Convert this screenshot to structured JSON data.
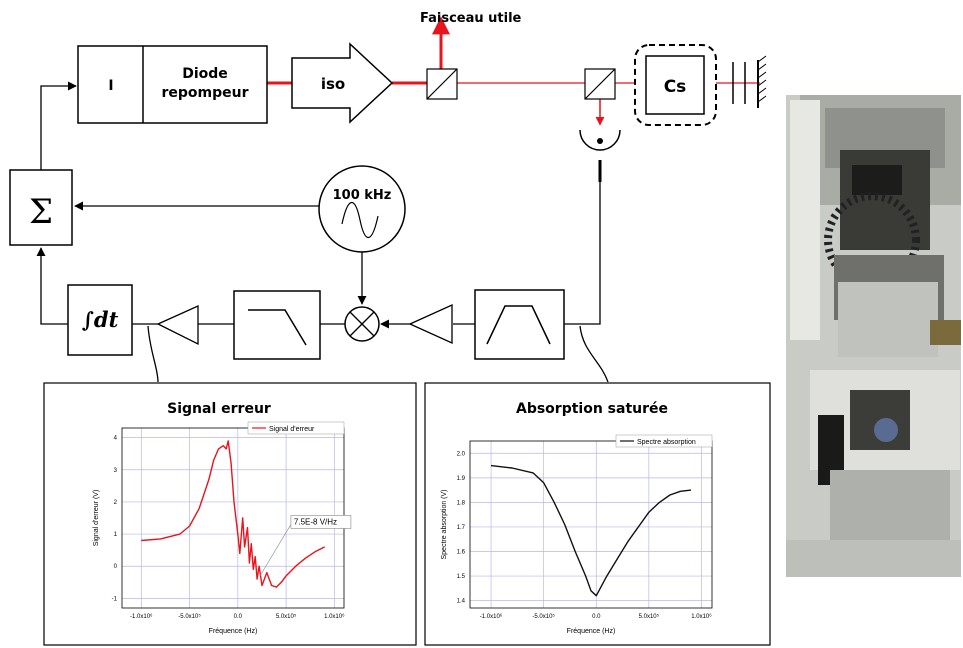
{
  "diagram": {
    "faisceau_label": "Faisceau utile",
    "integrator_label": "I",
    "diode_line1": "Diode",
    "diode_line2": "repompeur",
    "iso_label": "iso",
    "cs_label": "Cs",
    "sum_symbol": "Σ",
    "osc_label": "100 kHz",
    "integral_symbol": "∫dt",
    "colors": {
      "beam": "#e8141b",
      "line": "#000000"
    }
  },
  "panels": {
    "left_title": "Signal erreur",
    "right_title": "Absorption saturée"
  },
  "chart_data": [
    {
      "type": "line",
      "title": "",
      "xlabel": "Fréquence (Hz)",
      "ylabel": "Signal d'erreur (V)",
      "xlim": [
        -1200000.0,
        1100000.0
      ],
      "ylim": [
        -1.3,
        4.3
      ],
      "x_ticks": [
        "-1.0x10⁶",
        "-5.0x10⁵",
        "0.0",
        "5.0x10⁵",
        "1.0x10⁶"
      ],
      "y_ticks": [
        "4",
        "3",
        "2",
        "1",
        "0",
        "-1"
      ],
      "grid": true,
      "legend": "top-right",
      "annotation": "7.5E-8 V/Hz",
      "series": [
        {
          "name": "Signal d'erreur",
          "color": "#e8141b",
          "x": [
            -1000000.0,
            -800000.0,
            -600000.0,
            -500000.0,
            -400000.0,
            -300000.0,
            -250000.0,
            -200000.0,
            -150000.0,
            -120000.0,
            -100000.0,
            -70000.0,
            -40000.0,
            0,
            20000.0,
            50000.0,
            70000.0,
            100000.0,
            120000.0,
            140000.0,
            160000.0,
            180000.0,
            200000.0,
            220000.0,
            250000.0,
            300000.0,
            350000.0,
            400000.0,
            450000.0,
            500000.0,
            600000.0,
            700000.0,
            800000.0,
            900000.0
          ],
          "y": [
            0.8,
            0.85,
            1.0,
            1.25,
            1.8,
            2.7,
            3.3,
            3.65,
            3.75,
            3.65,
            3.9,
            3.2,
            2.0,
            1.0,
            0.4,
            1.5,
            0.6,
            1.2,
            0.1,
            0.7,
            -0.1,
            0.3,
            -0.4,
            0.0,
            -0.6,
            -0.2,
            -0.6,
            -0.65,
            -0.5,
            -0.3,
            0.0,
            0.25,
            0.45,
            0.6
          ]
        }
      ]
    },
    {
      "type": "line",
      "title": "",
      "xlabel": "Fréquence (Hz)",
      "ylabel": "Spectre absorption (V)",
      "xlim": [
        -1200000.0,
        1100000.0
      ],
      "ylim": [
        1.37,
        2.05
      ],
      "x_ticks": [
        "-1.0x10⁶",
        "-5.0x10⁵",
        "0.0",
        "5.0x10⁵",
        "1.0x10⁶"
      ],
      "y_ticks": [
        "2.0",
        "1.9",
        "1.8",
        "1.7",
        "1.6",
        "1.5",
        "1.4"
      ],
      "grid": true,
      "legend": "top-right",
      "series": [
        {
          "name": "Spectre absorption",
          "color": "#111111",
          "x": [
            -1000000.0,
            -800000.0,
            -600000.0,
            -500000.0,
            -400000.0,
            -300000.0,
            -200000.0,
            -100000.0,
            -50000.0,
            0,
            50000.0,
            100000.0,
            200000.0,
            300000.0,
            400000.0,
            500000.0,
            600000.0,
            700000.0,
            800000.0,
            900000.0
          ],
          "y": [
            1.95,
            1.94,
            1.92,
            1.88,
            1.8,
            1.71,
            1.6,
            1.5,
            1.44,
            1.42,
            1.46,
            1.5,
            1.57,
            1.64,
            1.7,
            1.76,
            1.8,
            1.83,
            1.845,
            1.85
          ]
        }
      ]
    }
  ]
}
